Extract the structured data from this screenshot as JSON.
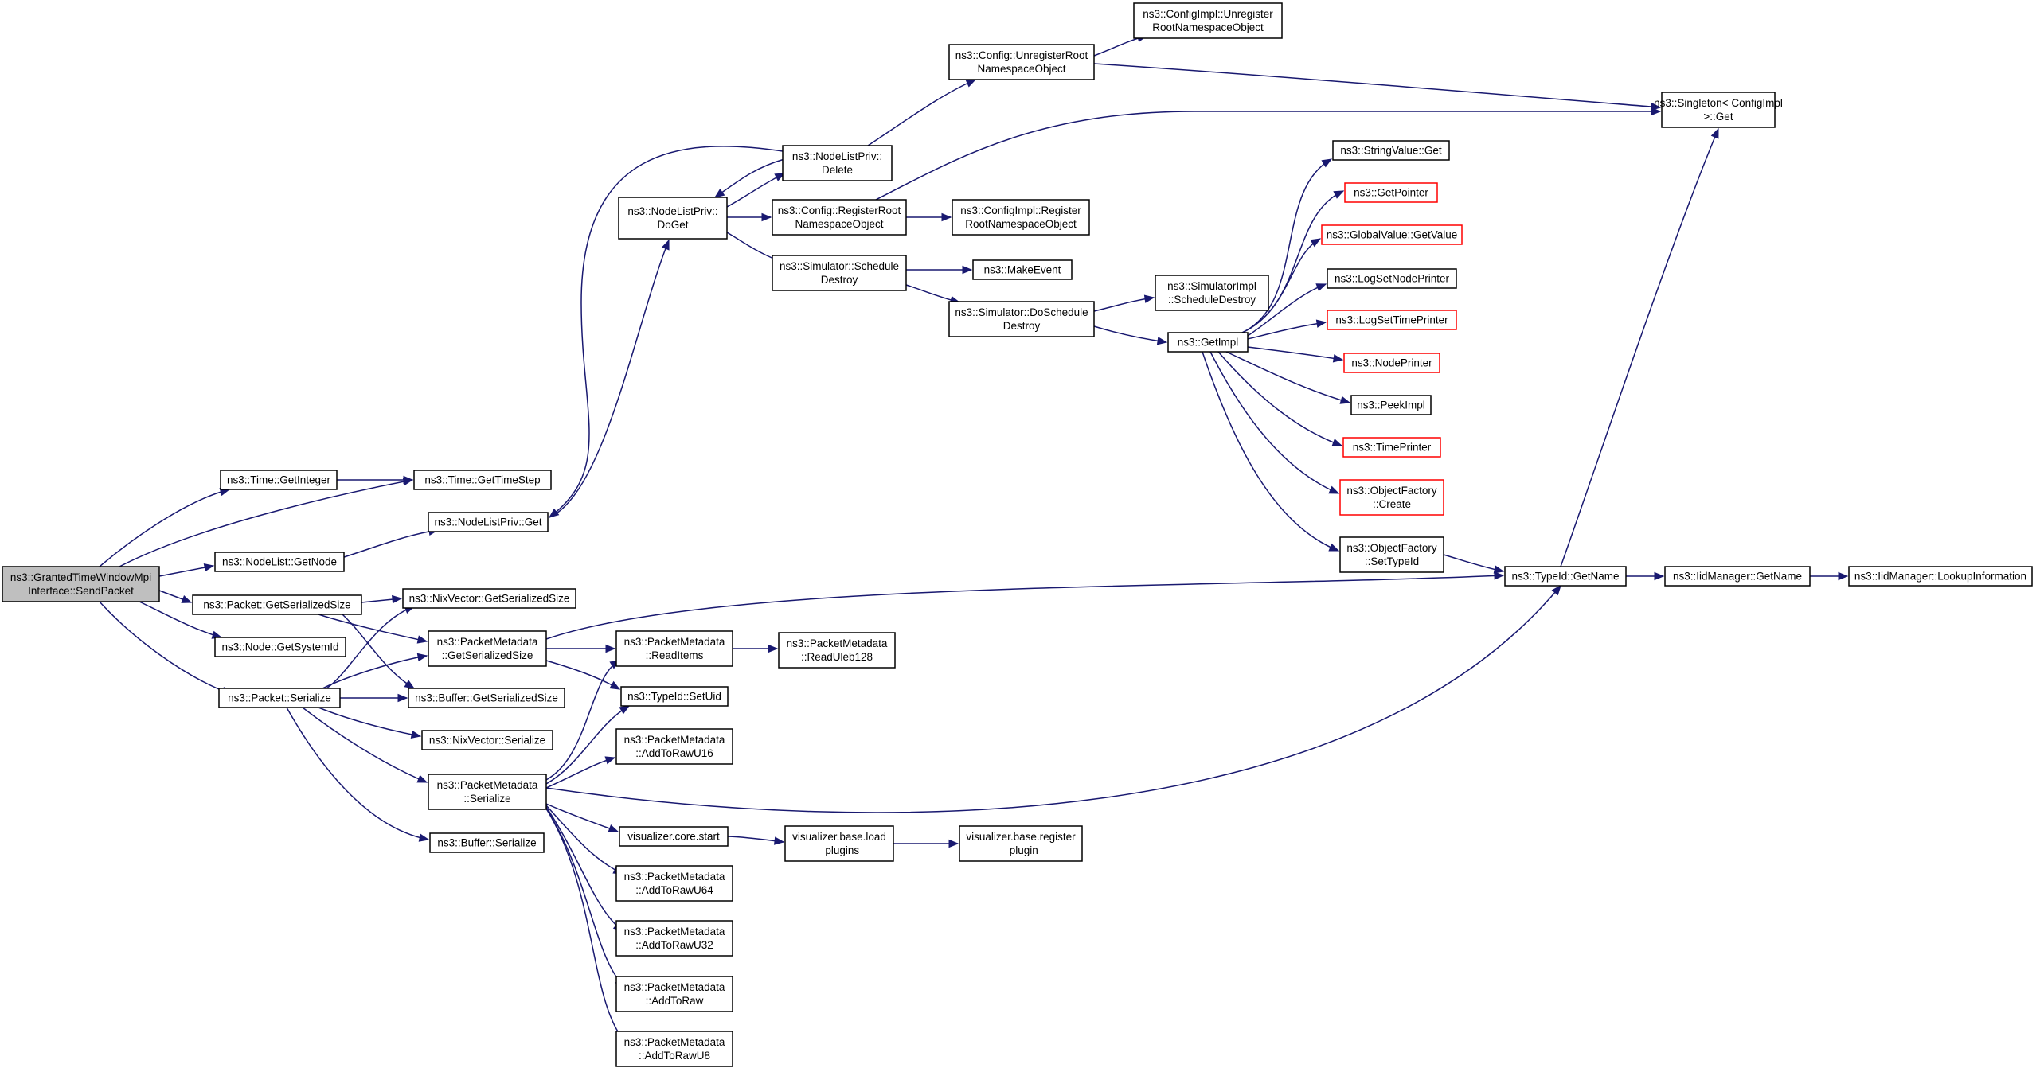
{
  "colors": {
    "edge": "#191970",
    "root_fill": "#bfbfbf",
    "node_border": "#000000",
    "truncated_border": "#ff0000"
  },
  "nodes": [
    {
      "id": "root",
      "lines": [
        "ns3::GrantedTimeWindowMpi",
        "Interface::SendPacket"
      ],
      "root": true
    },
    {
      "id": "time_getinteger",
      "lines": [
        "ns3::Time::GetInteger"
      ]
    },
    {
      "id": "nodelist_getnode",
      "lines": [
        "ns3::NodeList::GetNode"
      ]
    },
    {
      "id": "packet_getserializedsize",
      "lines": [
        "ns3::Packet::GetSerializedSize"
      ]
    },
    {
      "id": "node_getsystemid",
      "lines": [
        "ns3::Node::GetSystemId"
      ]
    },
    {
      "id": "packet_serialize",
      "lines": [
        "ns3::Packet::Serialize"
      ]
    },
    {
      "id": "time_gettimestep",
      "lines": [
        "ns3::Time::GetTimeStep"
      ]
    },
    {
      "id": "nodelistpriv_get",
      "lines": [
        "ns3::NodeListPriv::Get"
      ]
    },
    {
      "id": "nixvector_getserializedsize",
      "lines": [
        "ns3::NixVector::GetSerializedSize"
      ]
    },
    {
      "id": "pm_getserializedsize",
      "lines": [
        "ns3::PacketMetadata",
        "::GetSerializedSize"
      ]
    },
    {
      "id": "buffer_getserializedsize",
      "lines": [
        "ns3::Buffer::GetSerializedSize"
      ]
    },
    {
      "id": "nixvector_serialize",
      "lines": [
        "ns3::NixVector::Serialize"
      ]
    },
    {
      "id": "pm_serialize",
      "lines": [
        "ns3::PacketMetadata",
        "::Serialize"
      ]
    },
    {
      "id": "buffer_serialize",
      "lines": [
        "ns3::Buffer::Serialize"
      ]
    },
    {
      "id": "nodelistpriv_doget",
      "lines": [
        "ns3::NodeListPriv::",
        "DoGet"
      ]
    },
    {
      "id": "pm_readitems",
      "lines": [
        "ns3::PacketMetadata",
        "::ReadItems"
      ]
    },
    {
      "id": "typeid_setuid",
      "lines": [
        "ns3::TypeId::SetUid"
      ]
    },
    {
      "id": "pm_addtorawu16",
      "lines": [
        "ns3::PacketMetadata",
        "::AddToRawU16"
      ]
    },
    {
      "id": "viz_core_start",
      "lines": [
        "visualizer.core.start"
      ]
    },
    {
      "id": "pm_addtorawu64",
      "lines": [
        "ns3::PacketMetadata",
        "::AddToRawU64"
      ]
    },
    {
      "id": "pm_addtorawu32",
      "lines": [
        "ns3::PacketMetadata",
        "::AddToRawU32"
      ]
    },
    {
      "id": "pm_addtoraw",
      "lines": [
        "ns3::PacketMetadata",
        "::AddToRaw"
      ]
    },
    {
      "id": "pm_addtorawu8",
      "lines": [
        "ns3::PacketMetadata",
        "::AddToRawU8"
      ]
    },
    {
      "id": "nodelistpriv_delete",
      "lines": [
        "ns3::NodeListPriv::",
        "Delete"
      ]
    },
    {
      "id": "config_registerroot",
      "lines": [
        "ns3::Config::RegisterRoot",
        "NamespaceObject"
      ]
    },
    {
      "id": "simulator_scheduledestroy",
      "lines": [
        "ns3::Simulator::Schedule",
        "Destroy"
      ]
    },
    {
      "id": "pm_readuleb128",
      "lines": [
        "ns3::PacketMetadata",
        "::ReadUleb128"
      ]
    },
    {
      "id": "viz_base_loadplugins",
      "lines": [
        "visualizer.base.load",
        "_plugins"
      ]
    },
    {
      "id": "config_unregisterroot",
      "lines": [
        "ns3::Config::UnregisterRoot",
        "NamespaceObject"
      ]
    },
    {
      "id": "configimpl_register",
      "lines": [
        "ns3::ConfigImpl::Register",
        "RootNamespaceObject"
      ]
    },
    {
      "id": "makeevent",
      "lines": [
        "ns3::MakeEvent"
      ]
    },
    {
      "id": "simulator_doscheduledestroy",
      "lines": [
        "ns3::Simulator::DoSchedule",
        "Destroy"
      ]
    },
    {
      "id": "viz_base_registerplugin",
      "lines": [
        "visualizer.base.register",
        "_plugin"
      ]
    },
    {
      "id": "configimpl_unregister",
      "lines": [
        "ns3::ConfigImpl::Unregister",
        "RootNamespaceObject"
      ]
    },
    {
      "id": "simulatorimpl_scheduledestroy",
      "lines": [
        "ns3::SimulatorImpl",
        "::ScheduleDestroy"
      ]
    },
    {
      "id": "getimpl",
      "lines": [
        "ns3::GetImpl"
      ]
    },
    {
      "id": "stringvalue_get",
      "lines": [
        "ns3::StringValue::Get"
      ]
    },
    {
      "id": "getpointer",
      "lines": [
        "ns3::GetPointer"
      ],
      "truncated": true
    },
    {
      "id": "globalvalue_getvalue",
      "lines": [
        "ns3::GlobalValue::GetValue"
      ],
      "truncated": true
    },
    {
      "id": "logsetnodeprinter",
      "lines": [
        "ns3::LogSetNodePrinter"
      ]
    },
    {
      "id": "logsettimeprinter",
      "lines": [
        "ns3::LogSetTimePrinter"
      ],
      "truncated": true
    },
    {
      "id": "nodeprinter",
      "lines": [
        "ns3::NodePrinter"
      ],
      "truncated": true
    },
    {
      "id": "peekimpl",
      "lines": [
        "ns3::PeekImpl"
      ]
    },
    {
      "id": "timeprinter",
      "lines": [
        "ns3::TimePrinter"
      ],
      "truncated": true
    },
    {
      "id": "objectfactory_create",
      "lines": [
        "ns3::ObjectFactory",
        "::Create"
      ],
      "truncated": true
    },
    {
      "id": "objectfactory_settypeid",
      "lines": [
        "ns3::ObjectFactory",
        "::SetTypeId"
      ]
    },
    {
      "id": "typeid_getname",
      "lines": [
        "ns3::TypeId::GetName"
      ]
    },
    {
      "id": "singleton_get",
      "lines": [
        "ns3::Singleton< ConfigImpl",
        " >::Get"
      ]
    },
    {
      "id": "iidmanager_getname",
      "lines": [
        "ns3::IidManager::GetName"
      ]
    },
    {
      "id": "iidmanager_lookupinformation",
      "lines": [
        "ns3::IidManager::LookupInformation"
      ]
    }
  ]
}
